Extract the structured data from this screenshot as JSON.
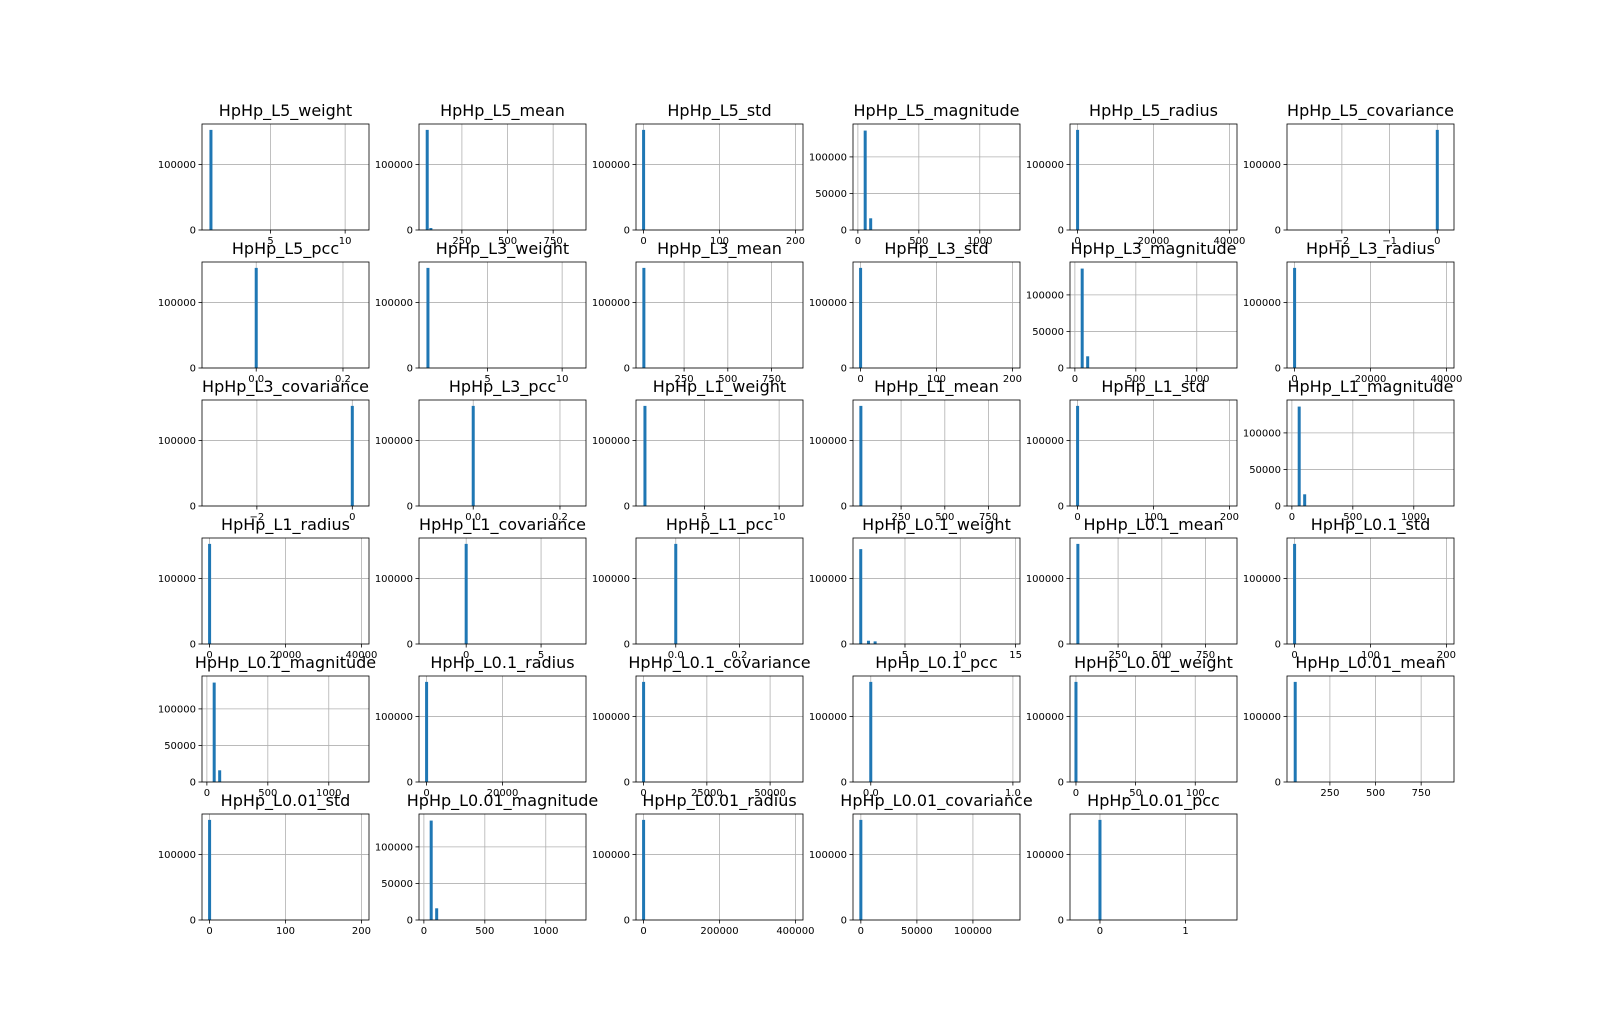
{
  "figure": {
    "background": "#ffffff",
    "bar_color": "#1f77b4",
    "grid_color": "#b0b0b0"
  },
  "chart_data": [
    {
      "type": "bar",
      "title": "HpHp_L5_weight",
      "xlim": [
        0.4,
        11.6
      ],
      "ylim": [
        0,
        162000
      ],
      "xticks": [
        5,
        10
      ],
      "xtick_labels": [
        "5",
        "10"
      ],
      "yticks": [
        0,
        100000
      ],
      "ytick_labels": [
        "0",
        "100000"
      ],
      "bars": [
        {
          "x": 1.0,
          "v": 153000
        }
      ]
    },
    {
      "type": "bar",
      "title": "HpHp_L5_mean",
      "xlim": [
        15,
        930
      ],
      "ylim": [
        0,
        162000
      ],
      "xticks": [
        250,
        500,
        750
      ],
      "xtick_labels": [
        "250",
        "500",
        "750"
      ],
      "yticks": [
        0,
        100000
      ],
      "ytick_labels": [
        "0",
        "100000"
      ],
      "bars": [
        {
          "x": 60,
          "v": 153000
        },
        {
          "x": 80,
          "v": 3000
        }
      ]
    },
    {
      "type": "bar",
      "title": "HpHp_L5_std",
      "xlim": [
        -10,
        210
      ],
      "ylim": [
        0,
        162000
      ],
      "xticks": [
        0,
        100,
        200
      ],
      "xtick_labels": [
        "0",
        "100",
        "200"
      ],
      "yticks": [
        0,
        100000
      ],
      "ytick_labels": [
        "0",
        "100000"
      ],
      "bars": [
        {
          "x": 0,
          "v": 153000
        }
      ]
    },
    {
      "type": "bar",
      "title": "HpHp_L5_magnitude",
      "xlim": [
        -40,
        1330
      ],
      "ylim": [
        0,
        145000
      ],
      "xticks": [
        0,
        500,
        1000
      ],
      "xtick_labels": [
        "0",
        "500",
        "1000"
      ],
      "yticks": [
        0,
        50000,
        100000
      ],
      "ytick_labels": [
        "0",
        "50000",
        "100000"
      ],
      "bars": [
        {
          "x": 60,
          "v": 136000
        },
        {
          "x": 105,
          "v": 16000
        }
      ]
    },
    {
      "type": "bar",
      "title": "HpHp_L5_radius",
      "xlim": [
        -2000,
        42000
      ],
      "ylim": [
        0,
        162000
      ],
      "xticks": [
        0,
        20000,
        40000
      ],
      "xtick_labels": [
        "0",
        "20000",
        "40000"
      ],
      "yticks": [
        0,
        100000
      ],
      "ytick_labels": [
        "0",
        "100000"
      ],
      "bars": [
        {
          "x": 0,
          "v": 153000
        }
      ]
    },
    {
      "type": "bar",
      "title": "HpHp_L5_covariance",
      "xlim": [
        -3.15,
        0.35
      ],
      "ylim": [
        0,
        162000
      ],
      "xticks": [
        -2,
        -1,
        0
      ],
      "xtick_labels": [
        "−2",
        "−1",
        "0"
      ],
      "yticks": [
        0,
        100000
      ],
      "ytick_labels": [
        "0",
        "100000"
      ],
      "bars": [
        {
          "x": 0,
          "v": 153000
        }
      ]
    },
    {
      "type": "bar",
      "title": "HpHp_L5_pcc",
      "xlim": [
        -0.125,
        0.26
      ],
      "ylim": [
        0,
        162000
      ],
      "xticks": [
        0,
        0.2
      ],
      "xtick_labels": [
        "0.0",
        "0.2"
      ],
      "yticks": [
        0,
        100000
      ],
      "ytick_labels": [
        "0",
        "100000"
      ],
      "bars": [
        {
          "x": 0,
          "v": 153000
        }
      ]
    },
    {
      "type": "bar",
      "title": "HpHp_L3_weight",
      "xlim": [
        0.4,
        11.6
      ],
      "ylim": [
        0,
        162000
      ],
      "xticks": [
        5,
        10
      ],
      "xtick_labels": [
        "5",
        "10"
      ],
      "yticks": [
        0,
        100000
      ],
      "ytick_labels": [
        "0",
        "100000"
      ],
      "bars": [
        {
          "x": 1.0,
          "v": 153000
        }
      ]
    },
    {
      "type": "bar",
      "title": "HpHp_L3_mean",
      "xlim": [
        -25,
        930
      ],
      "ylim": [
        0,
        162000
      ],
      "xticks": [
        250,
        500,
        750
      ],
      "xtick_labels": [
        "250",
        "500",
        "750"
      ],
      "yticks": [
        0,
        100000
      ],
      "ytick_labels": [
        "0",
        "100000"
      ],
      "bars": [
        {
          "x": 20,
          "v": 153000
        }
      ]
    },
    {
      "type": "bar",
      "title": "HpHp_L3_std",
      "xlim": [
        -10,
        210
      ],
      "ylim": [
        0,
        162000
      ],
      "xticks": [
        0,
        100,
        200
      ],
      "xtick_labels": [
        "0",
        "100",
        "200"
      ],
      "yticks": [
        0,
        100000
      ],
      "ytick_labels": [
        "0",
        "100000"
      ],
      "bars": [
        {
          "x": 0,
          "v": 153000
        }
      ]
    },
    {
      "type": "bar",
      "title": "HpHp_L3_magnitude",
      "xlim": [
        -40,
        1330
      ],
      "ylim": [
        0,
        145000
      ],
      "xticks": [
        0,
        500,
        1000
      ],
      "xtick_labels": [
        "0",
        "500",
        "1000"
      ],
      "yticks": [
        0,
        50000,
        100000
      ],
      "ytick_labels": [
        "0",
        "50000",
        "100000"
      ],
      "bars": [
        {
          "x": 60,
          "v": 136000
        },
        {
          "x": 105,
          "v": 16000
        }
      ]
    },
    {
      "type": "bar",
      "title": "HpHp_L3_radius",
      "xlim": [
        -2000,
        42000
      ],
      "ylim": [
        0,
        162000
      ],
      "xticks": [
        0,
        20000,
        40000
      ],
      "xtick_labels": [
        "0",
        "20000",
        "40000"
      ],
      "yticks": [
        0,
        100000
      ],
      "ytick_labels": [
        "0",
        "100000"
      ],
      "bars": [
        {
          "x": 0,
          "v": 153000
        }
      ]
    },
    {
      "type": "bar",
      "title": "HpHp_L3_covariance",
      "xlim": [
        -3.15,
        0.35
      ],
      "ylim": [
        0,
        162000
      ],
      "xticks": [
        -2,
        0
      ],
      "xtick_labels": [
        "−2",
        "0"
      ],
      "yticks": [
        0,
        100000
      ],
      "ytick_labels": [
        "0",
        "100000"
      ],
      "bars": [
        {
          "x": 0,
          "v": 153000
        }
      ]
    },
    {
      "type": "bar",
      "title": "HpHp_L3_pcc",
      "xlim": [
        -0.125,
        0.26
      ],
      "ylim": [
        0,
        162000
      ],
      "xticks": [
        0,
        0.2
      ],
      "xtick_labels": [
        "0.0",
        "0.2"
      ],
      "yticks": [
        0,
        100000
      ],
      "ytick_labels": [
        "0",
        "100000"
      ],
      "bars": [
        {
          "x": 0,
          "v": 153000
        }
      ]
    },
    {
      "type": "bar",
      "title": "HpHp_L1_weight",
      "xlim": [
        0.4,
        11.6
      ],
      "ylim": [
        0,
        162000
      ],
      "xticks": [
        5,
        10
      ],
      "xtick_labels": [
        "5",
        "10"
      ],
      "yticks": [
        0,
        100000
      ],
      "ytick_labels": [
        "0",
        "100000"
      ],
      "bars": [
        {
          "x": 1.0,
          "v": 153000
        }
      ]
    },
    {
      "type": "bar",
      "title": "HpHp_L1_mean",
      "xlim": [
        -25,
        930
      ],
      "ylim": [
        0,
        162000
      ],
      "xticks": [
        250,
        500,
        750
      ],
      "xtick_labels": [
        "250",
        "500",
        "750"
      ],
      "yticks": [
        0,
        100000
      ],
      "ytick_labels": [
        "0",
        "100000"
      ],
      "bars": [
        {
          "x": 20,
          "v": 153000
        }
      ]
    },
    {
      "type": "bar",
      "title": "HpHp_L1_std",
      "xlim": [
        -10,
        210
      ],
      "ylim": [
        0,
        162000
      ],
      "xticks": [
        0,
        100,
        200
      ],
      "xtick_labels": [
        "0",
        "100",
        "200"
      ],
      "yticks": [
        0,
        100000
      ],
      "ytick_labels": [
        "0",
        "100000"
      ],
      "bars": [
        {
          "x": 0,
          "v": 153000
        }
      ]
    },
    {
      "type": "bar",
      "title": "HpHp_L1_magnitude",
      "xlim": [
        -40,
        1330
      ],
      "ylim": [
        0,
        145000
      ],
      "xticks": [
        0,
        500,
        1000
      ],
      "xtick_labels": [
        "0",
        "500",
        "1000"
      ],
      "yticks": [
        0,
        50000,
        100000
      ],
      "ytick_labels": [
        "0",
        "50000",
        "100000"
      ],
      "bars": [
        {
          "x": 60,
          "v": 136000
        },
        {
          "x": 105,
          "v": 16000
        }
      ]
    },
    {
      "type": "bar",
      "title": "HpHp_L1_radius",
      "xlim": [
        -2000,
        42000
      ],
      "ylim": [
        0,
        162000
      ],
      "xticks": [
        0,
        20000,
        40000
      ],
      "xtick_labels": [
        "0",
        "20000",
        "40000"
      ],
      "yticks": [
        0,
        100000
      ],
      "ytick_labels": [
        "0",
        "100000"
      ],
      "bars": [
        {
          "x": 0,
          "v": 153000
        }
      ]
    },
    {
      "type": "bar",
      "title": "HpHp_L1_covariance",
      "xlim": [
        -3.15,
        8.0
      ],
      "ylim": [
        0,
        162000
      ],
      "xticks": [
        0,
        5
      ],
      "xtick_labels": [
        "0",
        "5"
      ],
      "yticks": [
        0,
        100000
      ],
      "ytick_labels": [
        "0",
        "100000"
      ],
      "bars": [
        {
          "x": 0,
          "v": 153000
        }
      ]
    },
    {
      "type": "bar",
      "title": "HpHp_L1_pcc",
      "xlim": [
        -0.125,
        0.4
      ],
      "ylim": [
        0,
        162000
      ],
      "xticks": [
        0,
        0.2
      ],
      "xtick_labels": [
        "0.0",
        "0.2"
      ],
      "yticks": [
        0,
        100000
      ],
      "ytick_labels": [
        "0",
        "100000"
      ],
      "bars": [
        {
          "x": 0,
          "v": 153000
        }
      ]
    },
    {
      "type": "bar",
      "title": "HpHp_L0.1_weight",
      "xlim": [
        0.3,
        15.4
      ],
      "ylim": [
        0,
        162000
      ],
      "xticks": [
        5,
        10,
        15
      ],
      "xtick_labels": [
        "5",
        "10",
        "15"
      ],
      "yticks": [
        0,
        100000
      ],
      "ytick_labels": [
        "0",
        "100000"
      ],
      "bars": [
        {
          "x": 1.0,
          "v": 145000
        },
        {
          "x": 1.7,
          "v": 5000
        },
        {
          "x": 2.3,
          "v": 4000
        }
      ]
    },
    {
      "type": "bar",
      "title": "HpHp_L0.1_mean",
      "xlim": [
        -25,
        930
      ],
      "ylim": [
        0,
        162000
      ],
      "xticks": [
        250,
        500,
        750
      ],
      "xtick_labels": [
        "250",
        "500",
        "750"
      ],
      "yticks": [
        0,
        100000
      ],
      "ytick_labels": [
        "0",
        "100000"
      ],
      "bars": [
        {
          "x": 20,
          "v": 153000
        }
      ]
    },
    {
      "type": "bar",
      "title": "HpHp_L0.1_std",
      "xlim": [
        -10,
        210
      ],
      "ylim": [
        0,
        162000
      ],
      "xticks": [
        0,
        100,
        200
      ],
      "xtick_labels": [
        "0",
        "100",
        "200"
      ],
      "yticks": [
        0,
        100000
      ],
      "ytick_labels": [
        "0",
        "100000"
      ],
      "bars": [
        {
          "x": 0,
          "v": 153000
        }
      ]
    },
    {
      "type": "bar",
      "title": "HpHp_L0.1_magnitude",
      "xlim": [
        -40,
        1330
      ],
      "ylim": [
        0,
        145000
      ],
      "xticks": [
        0,
        500,
        1000
      ],
      "xtick_labels": [
        "0",
        "500",
        "1000"
      ],
      "yticks": [
        0,
        50000,
        100000
      ],
      "ytick_labels": [
        "0",
        "50000",
        "100000"
      ],
      "bars": [
        {
          "x": 60,
          "v": 136000
        },
        {
          "x": 105,
          "v": 16000
        }
      ]
    },
    {
      "type": "bar",
      "title": "HpHp_L0.1_radius",
      "xlim": [
        -2000,
        42000
      ],
      "ylim": [
        0,
        162000
      ],
      "xticks": [
        0,
        20000
      ],
      "xtick_labels": [
        "0",
        "20000"
      ],
      "yticks": [
        0,
        100000
      ],
      "ytick_labels": [
        "0",
        "100000"
      ],
      "bars": [
        {
          "x": 0,
          "v": 153000
        }
      ]
    },
    {
      "type": "bar",
      "title": "HpHp_L0.1_covariance",
      "xlim": [
        -3000,
        63000
      ],
      "ylim": [
        0,
        162000
      ],
      "xticks": [
        0,
        25000,
        50000
      ],
      "xtick_labels": [
        "0",
        "25000",
        "50000"
      ],
      "yticks": [
        0,
        100000
      ],
      "ytick_labels": [
        "0",
        "100000"
      ],
      "bars": [
        {
          "x": 0,
          "v": 153000
        }
      ]
    },
    {
      "type": "bar",
      "title": "HpHp_L0.1_pcc",
      "xlim": [
        -0.125,
        1.05
      ],
      "ylim": [
        0,
        162000
      ],
      "xticks": [
        0,
        1
      ],
      "xtick_labels": [
        "0.0",
        "1.0"
      ],
      "yticks": [
        0,
        100000
      ],
      "ytick_labels": [
        "0",
        "100000"
      ],
      "bars": [
        {
          "x": 0,
          "v": 153000
        }
      ]
    },
    {
      "type": "bar",
      "title": "HpHp_L0.01_weight",
      "xlim": [
        -5,
        135
      ],
      "ylim": [
        0,
        162000
      ],
      "xticks": [
        0,
        50,
        100
      ],
      "xtick_labels": [
        "0",
        "50",
        "100"
      ],
      "yticks": [
        0,
        100000
      ],
      "ytick_labels": [
        "0",
        "100000"
      ],
      "bars": [
        {
          "x": 0,
          "v": 153000
        }
      ]
    },
    {
      "type": "bar",
      "title": "HpHp_L0.01_mean",
      "xlim": [
        15,
        930
      ],
      "ylim": [
        0,
        162000
      ],
      "xticks": [
        250,
        500,
        750
      ],
      "xtick_labels": [
        "250",
        "500",
        "750"
      ],
      "yticks": [
        0,
        100000
      ],
      "ytick_labels": [
        "0",
        "100000"
      ],
      "bars": [
        {
          "x": 60,
          "v": 153000
        }
      ]
    },
    {
      "type": "bar",
      "title": "HpHp_L0.01_std",
      "xlim": [
        -10,
        210
      ],
      "ylim": [
        0,
        162000
      ],
      "xticks": [
        0,
        100,
        200
      ],
      "xtick_labels": [
        "0",
        "100",
        "200"
      ],
      "yticks": [
        0,
        100000
      ],
      "ytick_labels": [
        "0",
        "100000"
      ],
      "bars": [
        {
          "x": 0,
          "v": 153000
        }
      ]
    },
    {
      "type": "bar",
      "title": "HpHp_L0.01_magnitude",
      "xlim": [
        -40,
        1330
      ],
      "ylim": [
        0,
        145000
      ],
      "xticks": [
        0,
        500,
        1000
      ],
      "xtick_labels": [
        "0",
        "500",
        "1000"
      ],
      "yticks": [
        0,
        50000,
        100000
      ],
      "ytick_labels": [
        "0",
        "50000",
        "100000"
      ],
      "bars": [
        {
          "x": 60,
          "v": 136000
        },
        {
          "x": 105,
          "v": 16000
        }
      ]
    },
    {
      "type": "bar",
      "title": "HpHp_L0.01_radius",
      "xlim": [
        -20000,
        420000
      ],
      "ylim": [
        0,
        162000
      ],
      "xticks": [
        0,
        200000,
        400000
      ],
      "xtick_labels": [
        "0",
        "200000",
        "400000"
      ],
      "yticks": [
        0,
        100000
      ],
      "ytick_labels": [
        "0",
        "100000"
      ],
      "bars": [
        {
          "x": 0,
          "v": 153000
        }
      ]
    },
    {
      "type": "bar",
      "title": "HpHp_L0.01_covariance",
      "xlim": [
        -7000,
        142000
      ],
      "ylim": [
        0,
        162000
      ],
      "xticks": [
        0,
        50000,
        100000
      ],
      "xtick_labels": [
        "0",
        "50000",
        "100000"
      ],
      "yticks": [
        0,
        100000
      ],
      "ytick_labels": [
        "0",
        "100000"
      ],
      "bars": [
        {
          "x": 0,
          "v": 153000
        }
      ]
    },
    {
      "type": "bar",
      "title": "HpHp_L0.01_pcc",
      "xlim": [
        -0.35,
        1.6
      ],
      "ylim": [
        0,
        162000
      ],
      "xticks": [
        0,
        1
      ],
      "xtick_labels": [
        "0",
        "1"
      ],
      "yticks": [
        0,
        100000
      ],
      "ytick_labels": [
        "0",
        "100000"
      ],
      "bars": [
        {
          "x": 0,
          "v": 153000
        }
      ]
    }
  ]
}
